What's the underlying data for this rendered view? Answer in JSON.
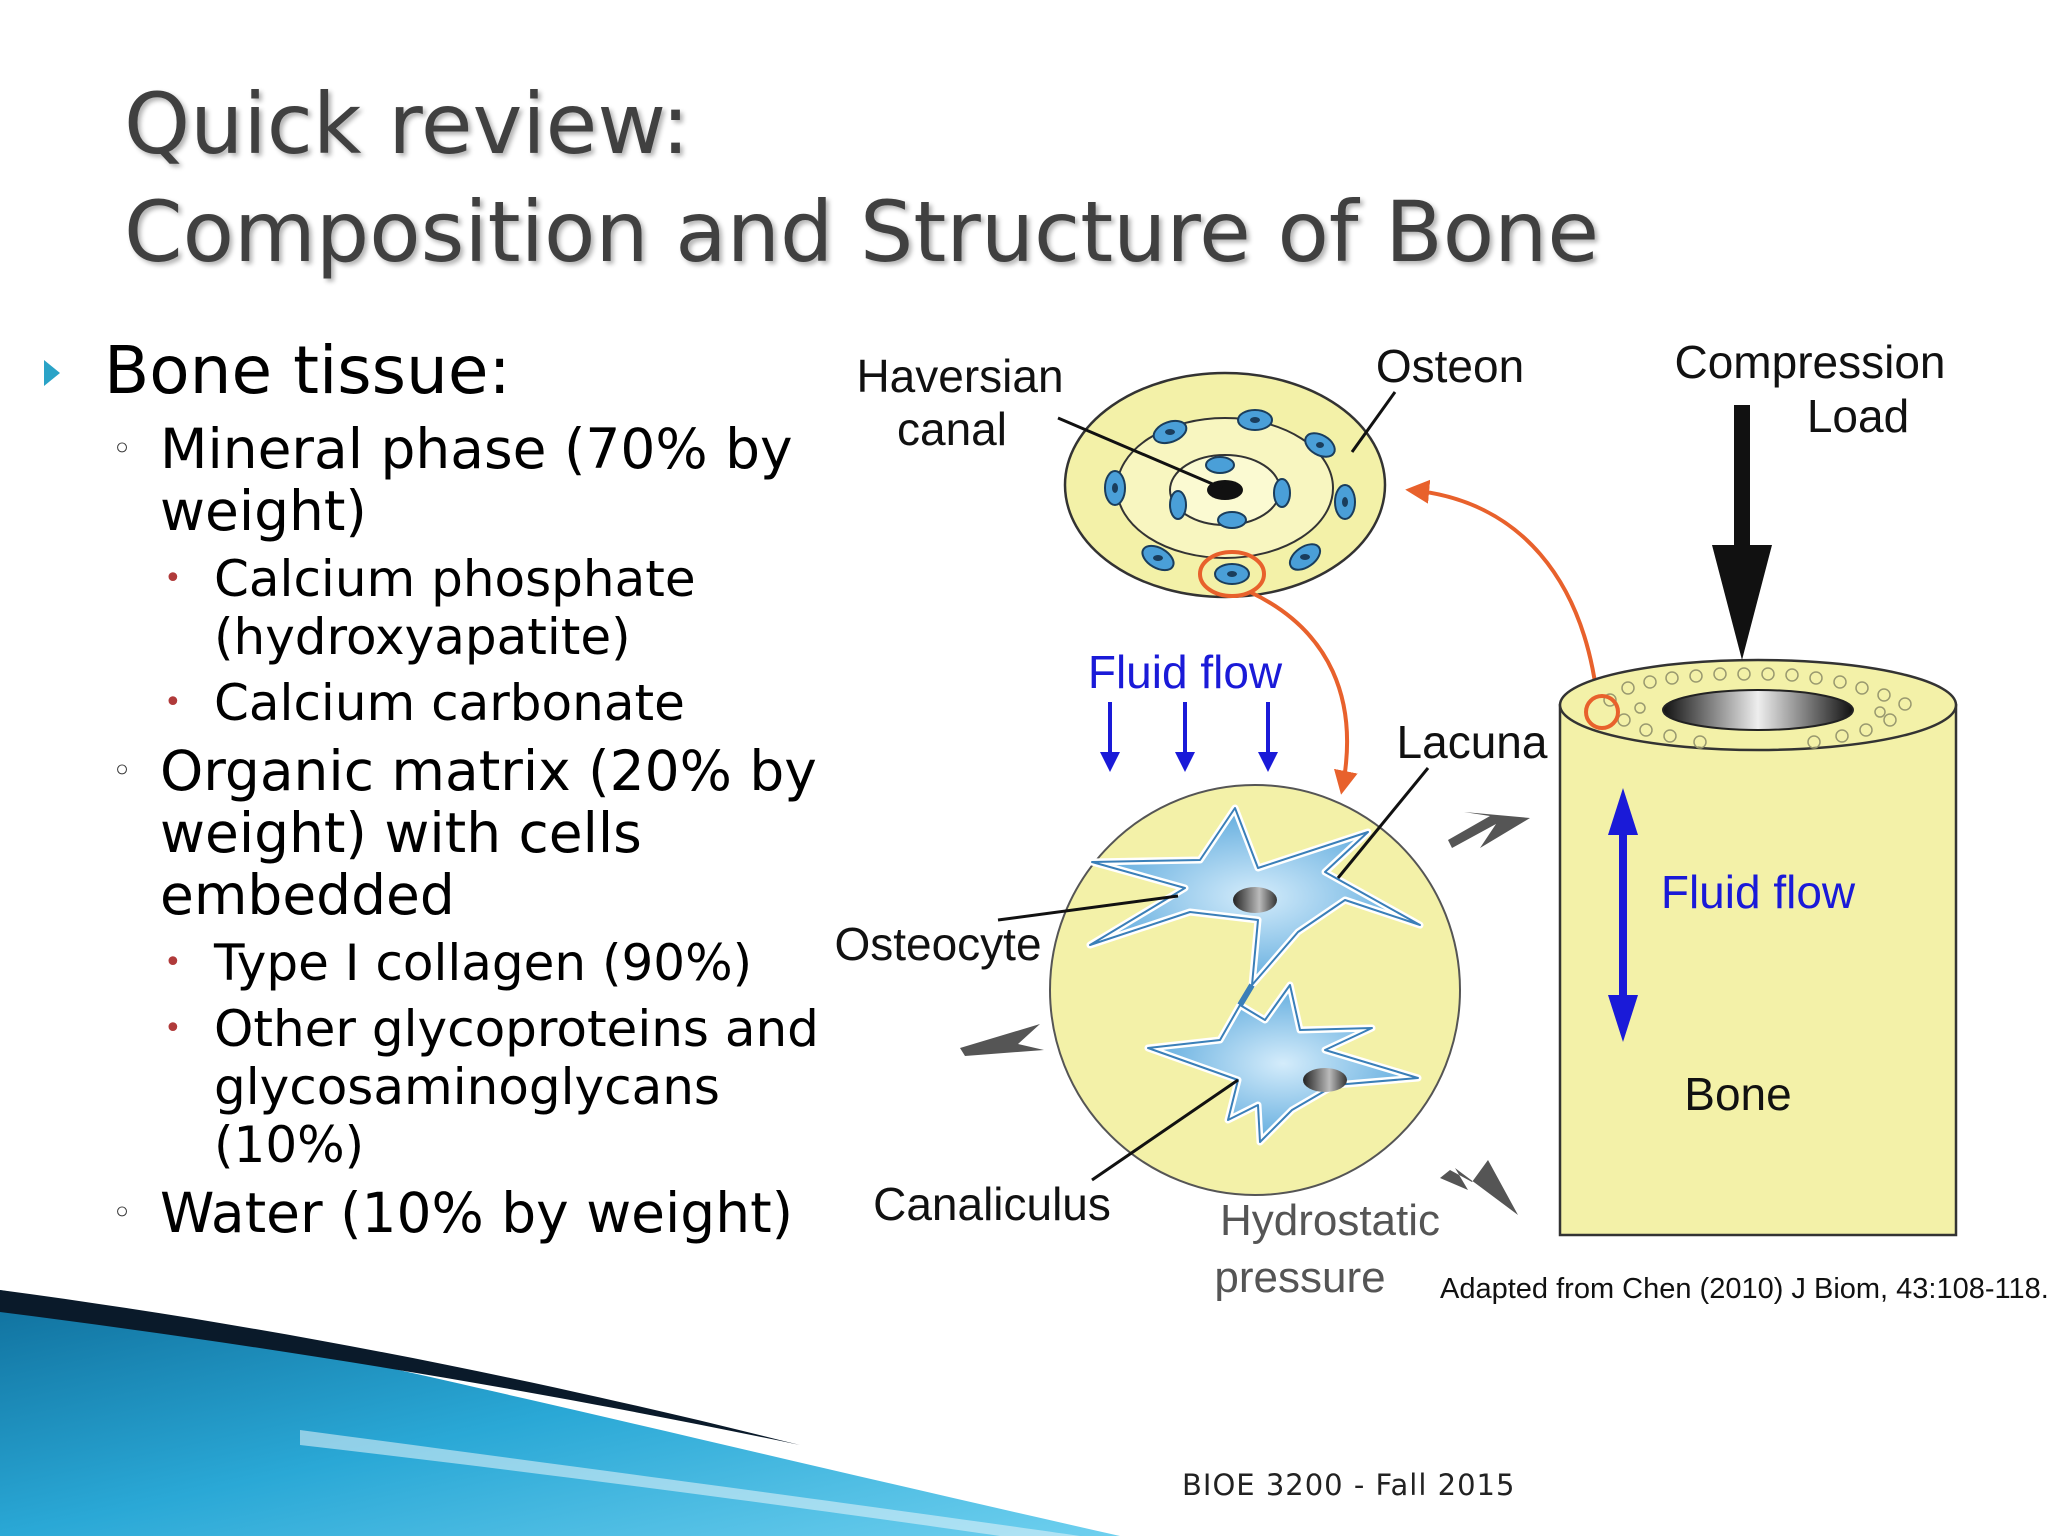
{
  "slide": {
    "title_lines": [
      "Quick review:",
      "Composition and Structure of Bone"
    ],
    "bullets": {
      "heading": "Bone tissue:",
      "mineral": "Mineral phase (70% by weight)",
      "mineral_items": [
        "Calcium phosphate (hydroxyapatite)",
        "Calcium carbonate"
      ],
      "organic": "Organic matrix (20% by weight) with cells embedded",
      "organic_items": [
        "Type I collagen (90%)",
        "Other glycoproteins and glycosaminoglycans (10%)"
      ],
      "water": "Water (10% by weight)"
    },
    "footer": "BIOE 3200 - Fall 2015"
  },
  "diagram": {
    "labels": {
      "haversian_line1": "Haversian",
      "haversian_line2": "canal",
      "osteon": "Osteon",
      "compression_line1": "Compression",
      "compression_line2": "Load",
      "fluid_flow_top": "Fluid flow",
      "lacuna": "Lacuna",
      "fluid_flow_bone": "Fluid flow",
      "osteocyte": "Osteocyte",
      "bone": "Bone",
      "canaliculus": "Canaliculus",
      "hydrostatic_line1": "Hydrostatic",
      "hydrostatic_line2": "pressure",
      "citation": "Adapted from Chen (2010) J Biom, 43:108-118."
    },
    "colors": {
      "fill_yellow": "#f3f1a8",
      "fill_inner": "#f8f6c0",
      "cell_blue": "#4a9fd8",
      "callout_orange": "#e8612c",
      "flow_blue": "#1a1ad8",
      "grey_arrow": "#555555",
      "bullet_triangle": "#2aa3c7",
      "footer_band": "#1b8db8"
    },
    "icons": [
      "triangle-bullet-icon",
      "circle-bullet-icon",
      "dot-bullet-icon"
    ]
  }
}
